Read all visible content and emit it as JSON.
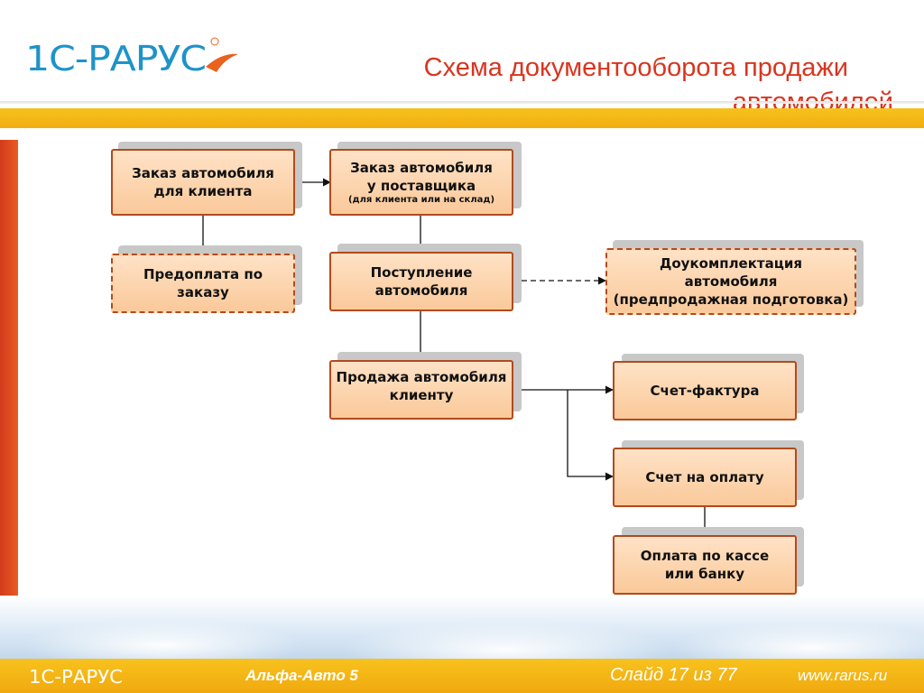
{
  "header": {
    "logo_text": "1С-РАРУС",
    "title_line1": "Схема документооборота продажи",
    "title_line2": "автомобилей"
  },
  "diagram": {
    "nodes": {
      "client_order": {
        "label": "Заказ автомобиля для клиента"
      },
      "supplier_order": {
        "line1": "Заказ автомобиля",
        "line2": "у поставщика",
        "note": "(для клиента или на склад)"
      },
      "prepayment": {
        "label": "Предоплата по заказу"
      },
      "receipt": {
        "label": "Поступление автомобиля"
      },
      "completion": {
        "line1": "Доукомплектация",
        "line2": "автомобиля",
        "line3": "(предпродажная подготовка)"
      },
      "sale": {
        "label": "Продажа автомобиля клиенту"
      },
      "invoice": {
        "label": "Счет-фактура"
      },
      "payment_bill": {
        "label": "Счет на оплату"
      },
      "payment": {
        "label": "Оплата по кассе или банку"
      }
    }
  },
  "footer": {
    "logo_text": "1С-РАРУС",
    "product": "Альфа-Авто 5",
    "slide": "Слайд 17 из 77",
    "url": "www.rarus.ru"
  },
  "colors": {
    "accent_red": "#d9351f",
    "bar_yellow": "#f5b818",
    "box_fill": "#fbd3ad",
    "box_border": "#b24a1c"
  }
}
